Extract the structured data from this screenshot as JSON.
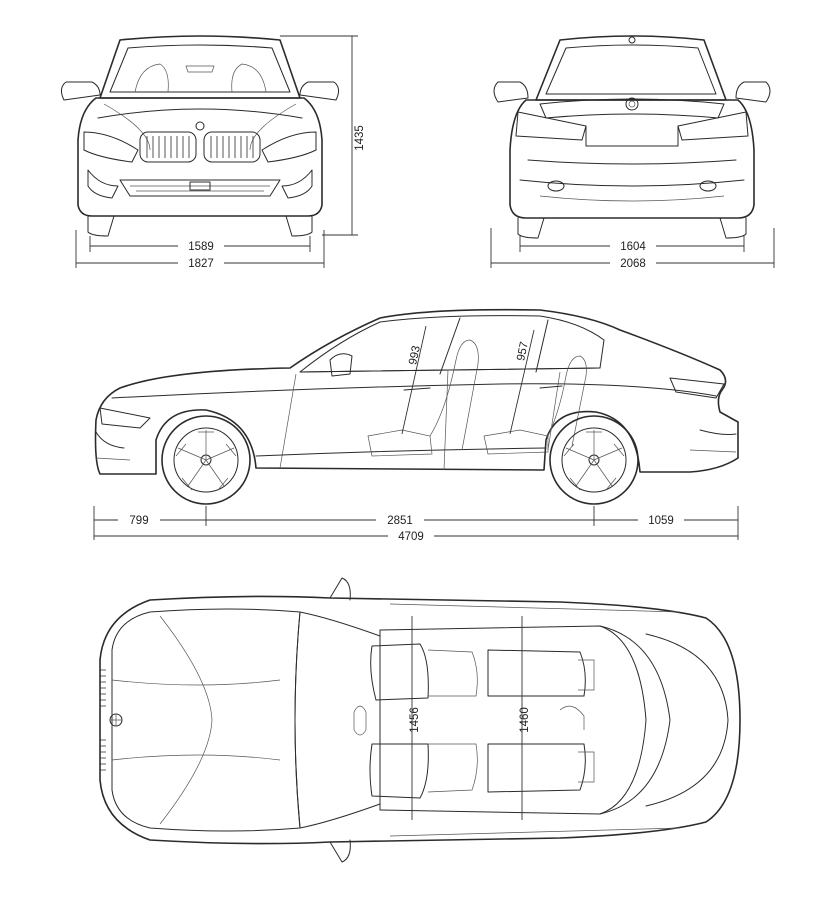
{
  "dimensions": {
    "front_track": "1589",
    "width": "1827",
    "height": "1435",
    "rear_track": "1604",
    "width_with_mirrors": "2068",
    "front_headroom": "993",
    "rear_headroom": "957",
    "front_overhang": "799",
    "wheelbase": "2851",
    "rear_overhang": "1059",
    "length": "4709",
    "front_shoulder_width": "1456",
    "rear_shoulder_width": "1460"
  }
}
